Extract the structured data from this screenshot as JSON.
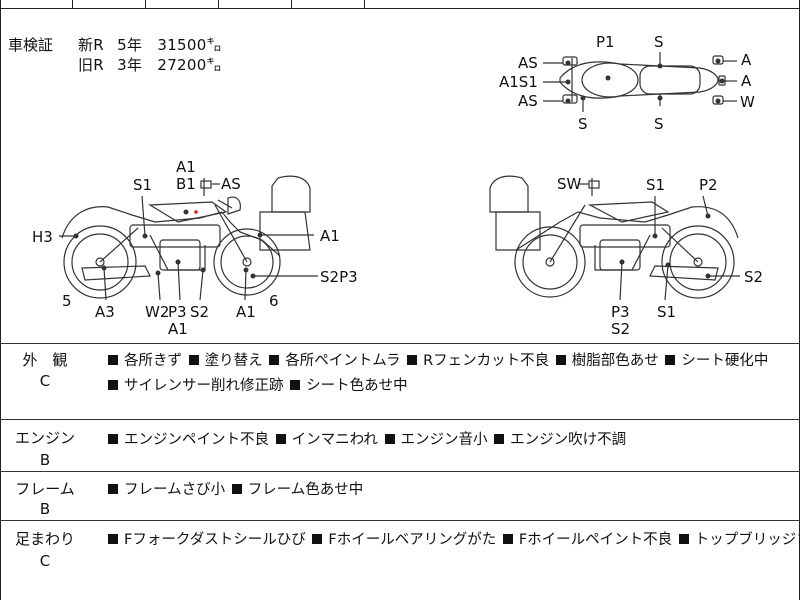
{
  "registration": {
    "label": "車検証",
    "lines": [
      {
        "type": "新R",
        "years": "5年",
        "amount": "31500㌔"
      },
      {
        "type": "旧R",
        "years": "3年",
        "amount": "27200㌔"
      }
    ]
  },
  "diagram": {
    "top_view_labels": [
      "P1",
      "S",
      "AS",
      "A1S1",
      "AS",
      "S",
      "S",
      "A",
      "A",
      "W"
    ],
    "left_side_labels": [
      "A1",
      "B1",
      "AS",
      "S1",
      "H3",
      "A1",
      "5",
      "A3",
      "W2",
      "P3",
      "S2",
      "A1",
      "A1",
      "S2P3",
      "6"
    ],
    "right_side_labels": [
      "SW",
      "S1",
      "P2",
      "S2",
      "P3",
      "S2",
      "S1"
    ]
  },
  "sections": [
    {
      "name": "外　観",
      "grade": "C",
      "lines": [
        [
          "各所きず",
          "塗り替え",
          "各所ペイントムラ",
          "Rフェンカット不良",
          "樹脂部色あせ",
          "シート硬化中"
        ],
        [
          "サイレンサー削れ修正跡",
          "シート色あせ中"
        ]
      ]
    },
    {
      "name": "エンジン",
      "grade": "B",
      "lines": [
        [
          "エンジンペイント不良",
          "インマニわれ",
          "エンジン音小",
          "エンジン吹け不調"
        ]
      ]
    },
    {
      "name": "フレーム",
      "grade": "B",
      "lines": [
        [
          "フレームさび小",
          "フレーム色あせ中"
        ]
      ]
    },
    {
      "name": "足まわり",
      "grade": "C",
      "lines": [
        [
          "Fフォークダストシールひび",
          "Fホイールベアリングがた",
          "Fホイールペイント不良",
          "トップブリッジさび中"
        ]
      ]
    }
  ]
}
